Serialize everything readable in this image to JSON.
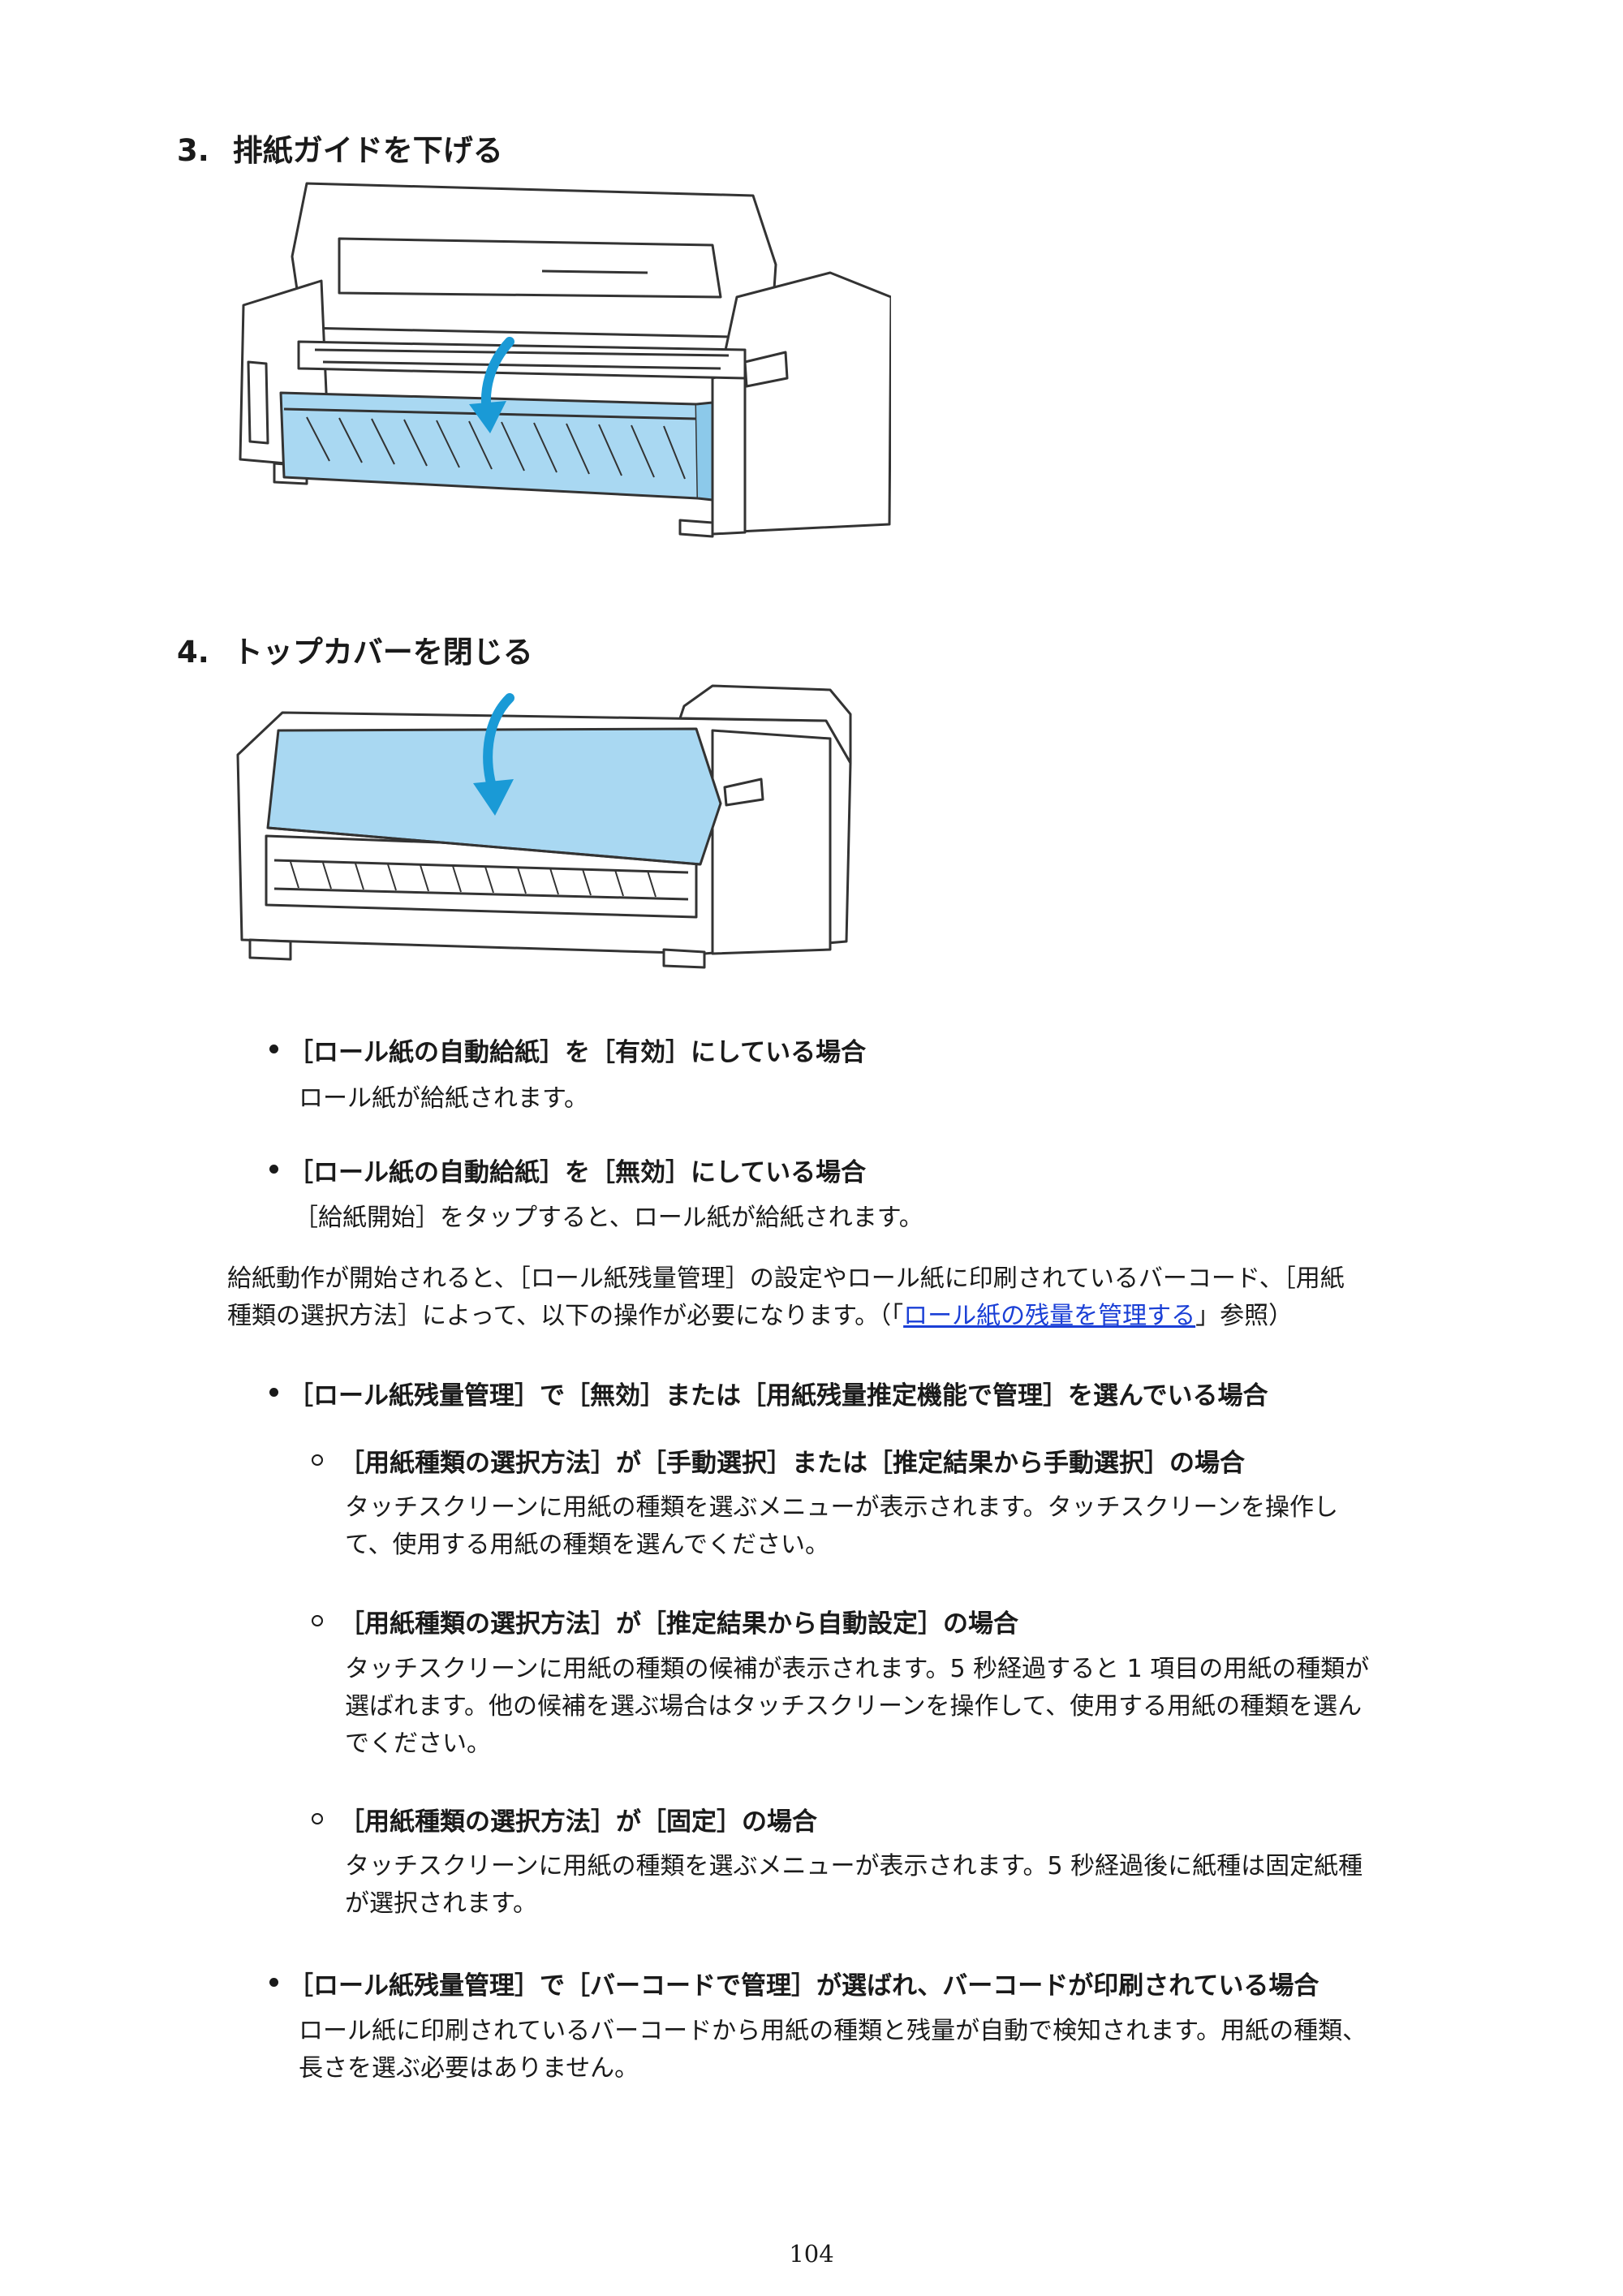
{
  "steps": [
    {
      "number": "3.",
      "title": "排紙ガイドを下げる"
    },
    {
      "number": "4.",
      "title": "トップカバーを閉じる"
    }
  ],
  "auto_feed_conditions": [
    {
      "heading": "［ロール紙の自動給紙］を［有効］にしている場合",
      "text": "ロール紙が給紙されます。"
    },
    {
      "heading": "［ロール紙の自動給紙］を［無効］にしている場合",
      "text": "［給紙開始］をタップすると、ロール紙が給紙されます。"
    }
  ],
  "intro": {
    "line1": "給紙動作が開始されると、［ロール紙残量管理］の設定やロール紙に印刷されているバーコード、［用紙",
    "line2_pre": "種類の選択方法］によって、以下の操作が必要になります。（「",
    "link_text": "ロール紙の残量を管理する",
    "line2_post": "」参照）"
  },
  "management_cases": [
    {
      "heading": "［ロール紙残量管理］で［無効］または［用紙残量推定機能で管理］を選んでいる場合",
      "sub_cases": [
        {
          "heading": "［用紙種類の選択方法］が［手動選択］または［推定結果から手動選択］の場合",
          "lines": [
            "タッチスクリーンに用紙の種類を選ぶメニューが表示されます。タッチスクリーンを操作し",
            "て、使用する用紙の種類を選んでください。"
          ]
        },
        {
          "heading": "［用紙種類の選択方法］が［推定結果から自動設定］の場合",
          "lines": [
            "タッチスクリーンに用紙の種類の候補が表示されます。5 秒経過すると 1 項目の用紙の種類が",
            "選ばれます。他の候補を選ぶ場合はタッチスクリーンを操作して、使用する用紙の種類を選ん",
            "でください。"
          ]
        },
        {
          "heading": "［用紙種類の選択方法］が［固定］の場合",
          "lines": [
            "タッチスクリーンに用紙の種類を選ぶメニューが表示されます。5 秒経過後に紙種は固定紙種",
            "が選択されます。"
          ]
        }
      ]
    },
    {
      "heading": "［ロール紙残量管理］で［バーコードで管理］が選ばれ、バーコードが印刷されている場合",
      "lines": [
        "ロール紙に印刷されているバーコードから用紙の種類と残量が自動で検知されます。用紙の種類、",
        "長さを選ぶ必要はありません。"
      ]
    }
  ],
  "page_number": "104",
  "colors": {
    "highlight": "#a9d8f2",
    "arrow": "#1a9ad6",
    "link": "#1a3fd6",
    "outline": "#333333"
  }
}
